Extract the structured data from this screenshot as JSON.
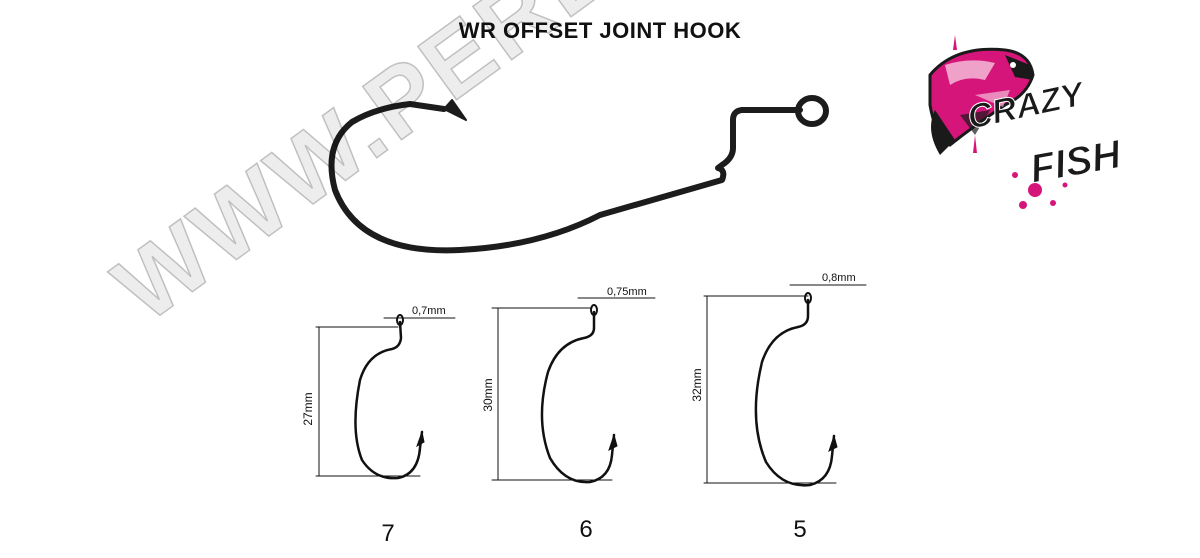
{
  "title": "WR OFFSET JOINT HOOK",
  "watermark": "WWW.PEREKAT.",
  "brand": {
    "line1": "CRAZY",
    "line2": "FISH",
    "accent_color": "#d6157a"
  },
  "hooks": [
    {
      "size": "7",
      "length": "27mm",
      "thickness": "0,7mm"
    },
    {
      "size": "6",
      "length": "30mm",
      "thickness": "0,75mm"
    },
    {
      "size": "5",
      "length": "32mm",
      "thickness": "0,8mm"
    }
  ]
}
